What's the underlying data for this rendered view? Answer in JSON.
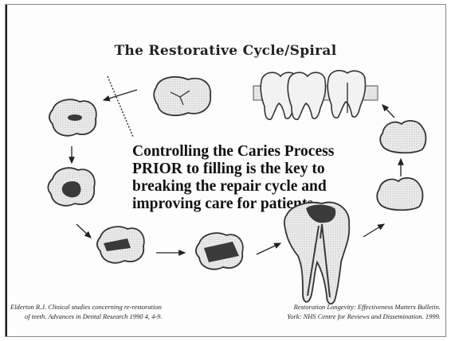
{
  "title": "The Restorative Cycle/Spiral",
  "message": {
    "line1": "Controlling the Caries Process",
    "line2": "PRIOR to filling is the key to",
    "line3": "breaking the repair cycle and",
    "line4": "improving care for patients"
  },
  "references": {
    "left_line1": "Elderton R.J. Clinical studies concerning re-restoration",
    "left_line2": "of teeth. Advances in Dental Research 1990 4, 4-9.",
    "right_line1": "Restoration Longevity: Effectiveness Matters Bulletin.",
    "right_line2": "York: NHS Centre for Reviews and Dissemination. 1999."
  },
  "colors": {
    "tooth_fill": "#e6e6e6",
    "tooth_outline": "#333333",
    "caries": "#3a3a3a",
    "arrow": "#222222"
  }
}
